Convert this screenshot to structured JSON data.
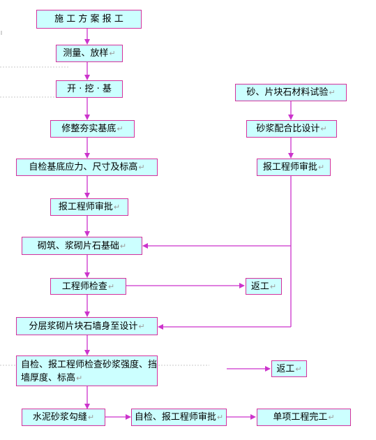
{
  "return_mark": "↵",
  "nodes": {
    "construction_plan": "施 工 方 案 报 工",
    "survey": "测量、放样",
    "excavation": "开 · 挖 · 基",
    "base_trim": "修整夯实基底",
    "self_check_base": "自检基底应力、尺寸及标高",
    "engineer_approval_1": "报工程师审批",
    "masonry_base": "砌筑、浆砌片石基础",
    "engineer_check": "工程师检查",
    "rework_1": "返工",
    "layered_masonry": "分层浆砌片块石墙身至设计",
    "final_check": "自检、报工程师检查砂浆强度、挡墙厚度、标高",
    "rework_2": "返工",
    "cement_joint": "水泥砂浆勾缝",
    "engineer_approval_2": "自检、报工程师审批",
    "completion": "单项工程完工",
    "material_test": "砂、片块石材料试验",
    "mortar_design": "砂浆配合比设计",
    "engineer_approval_3": "报工程师审批"
  }
}
